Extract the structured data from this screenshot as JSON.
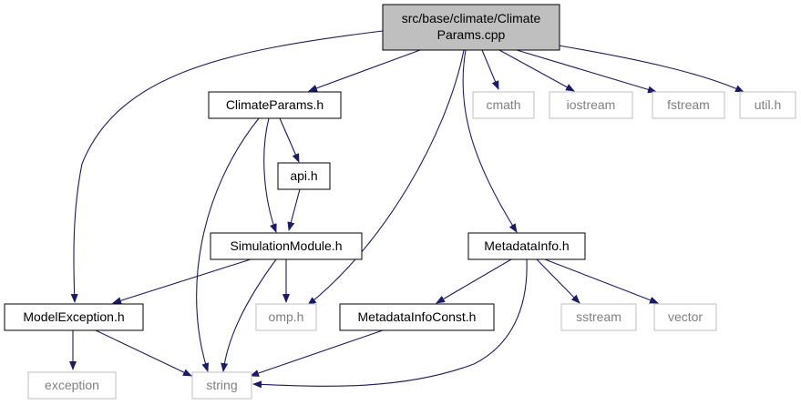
{
  "colors": {
    "edge": "#191970",
    "node_border": "#000000",
    "external_border": "#bfbfbf",
    "external_text": "#808080",
    "root_fill": "#bfbfbf",
    "node_fill": "#ffffff"
  },
  "nodes": {
    "root": {
      "lines": [
        "src/base/climate/Climate",
        "Params.cpp"
      ],
      "kind": "root"
    },
    "climate_params_h": {
      "lines": [
        "ClimateParams.h"
      ],
      "kind": "local"
    },
    "cmath": {
      "lines": [
        "cmath"
      ],
      "kind": "external"
    },
    "iostream": {
      "lines": [
        "iostream"
      ],
      "kind": "external"
    },
    "fstream": {
      "lines": [
        "fstream"
      ],
      "kind": "external"
    },
    "util_h": {
      "lines": [
        "util.h"
      ],
      "kind": "external"
    },
    "api_h": {
      "lines": [
        "api.h"
      ],
      "kind": "local"
    },
    "simulation_module_h": {
      "lines": [
        "SimulationModule.h"
      ],
      "kind": "local"
    },
    "metadata_info_h": {
      "lines": [
        "MetadataInfo.h"
      ],
      "kind": "local"
    },
    "model_exception_h": {
      "lines": [
        "ModelException.h"
      ],
      "kind": "local"
    },
    "omp_h": {
      "lines": [
        "omp.h"
      ],
      "kind": "external"
    },
    "metadata_info_const_h": {
      "lines": [
        "MetadataInfoConst.h"
      ],
      "kind": "local"
    },
    "sstream": {
      "lines": [
        "sstream"
      ],
      "kind": "external"
    },
    "vector": {
      "lines": [
        "vector"
      ],
      "kind": "external"
    },
    "exception": {
      "lines": [
        "exception"
      ],
      "kind": "external"
    },
    "string": {
      "lines": [
        "string"
      ],
      "kind": "external"
    }
  },
  "edges": [
    {
      "from": "root",
      "to": "climate_params_h"
    },
    {
      "from": "root",
      "to": "model_exception_h"
    },
    {
      "from": "root",
      "to": "omp_h"
    },
    {
      "from": "root",
      "to": "metadata_info_h"
    },
    {
      "from": "root",
      "to": "cmath"
    },
    {
      "from": "root",
      "to": "iostream"
    },
    {
      "from": "root",
      "to": "fstream"
    },
    {
      "from": "root",
      "to": "util_h"
    },
    {
      "from": "climate_params_h",
      "to": "api_h"
    },
    {
      "from": "climate_params_h",
      "to": "simulation_module_h"
    },
    {
      "from": "climate_params_h",
      "to": "string"
    },
    {
      "from": "api_h",
      "to": "simulation_module_h"
    },
    {
      "from": "simulation_module_h",
      "to": "model_exception_h"
    },
    {
      "from": "simulation_module_h",
      "to": "omp_h"
    },
    {
      "from": "simulation_module_h",
      "to": "string"
    },
    {
      "from": "metadata_info_h",
      "to": "metadata_info_const_h"
    },
    {
      "from": "metadata_info_h",
      "to": "sstream"
    },
    {
      "from": "metadata_info_h",
      "to": "vector"
    },
    {
      "from": "metadata_info_h",
      "to": "string"
    },
    {
      "from": "metadata_info_const_h",
      "to": "string"
    },
    {
      "from": "model_exception_h",
      "to": "exception"
    },
    {
      "from": "model_exception_h",
      "to": "string"
    }
  ]
}
